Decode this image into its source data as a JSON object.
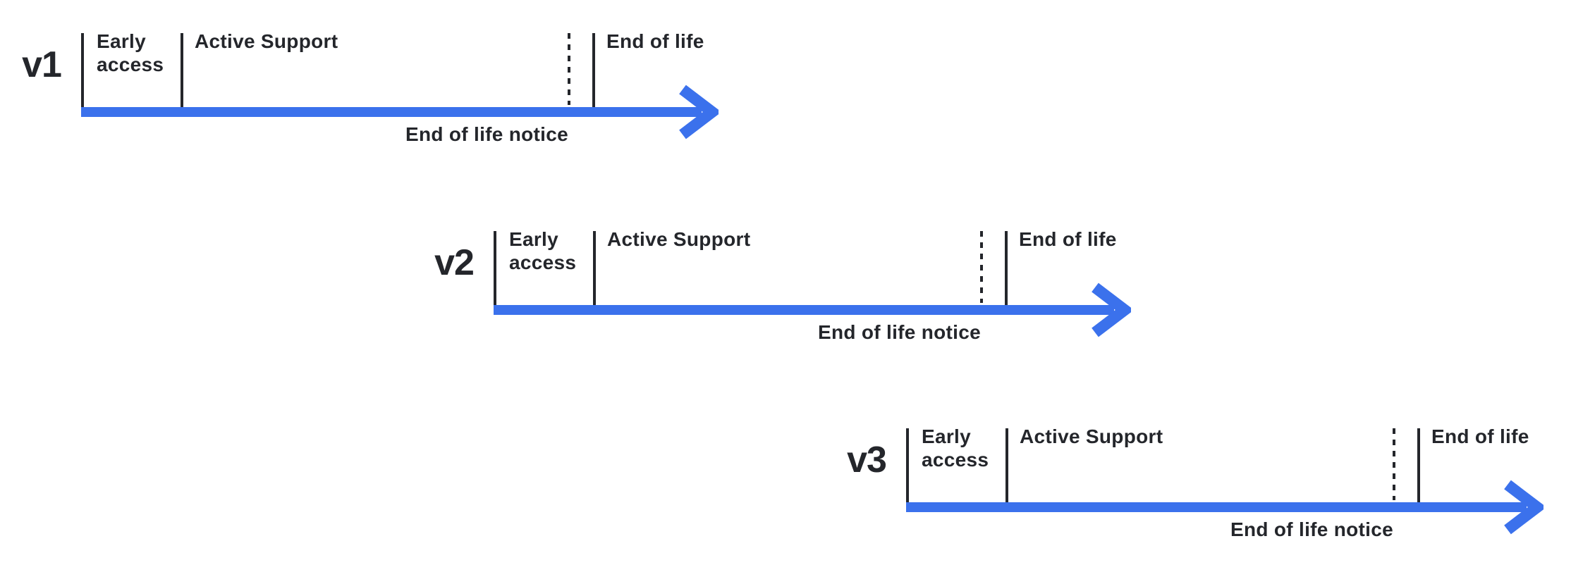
{
  "diagram": {
    "description": "Version lifecycle timelines",
    "colors": {
      "arrow_blue": "#3B71EC",
      "text": "#24262B",
      "background": "#FFFFFF"
    },
    "timelines": [
      {
        "version": "v1",
        "phases": {
          "early_access": "Early access",
          "active_support": "Active Support",
          "end_of_life": "End of life",
          "end_of_life_notice": "End of life notice"
        }
      },
      {
        "version": "v2",
        "phases": {
          "early_access": "Early access",
          "active_support": "Active Support",
          "end_of_life": "End of life",
          "end_of_life_notice": "End of life notice"
        }
      },
      {
        "version": "v3",
        "phases": {
          "early_access": "Early access",
          "active_support": "Active Support",
          "end_of_life": "End of life",
          "end_of_life_notice": "End of life notice"
        }
      }
    ]
  }
}
